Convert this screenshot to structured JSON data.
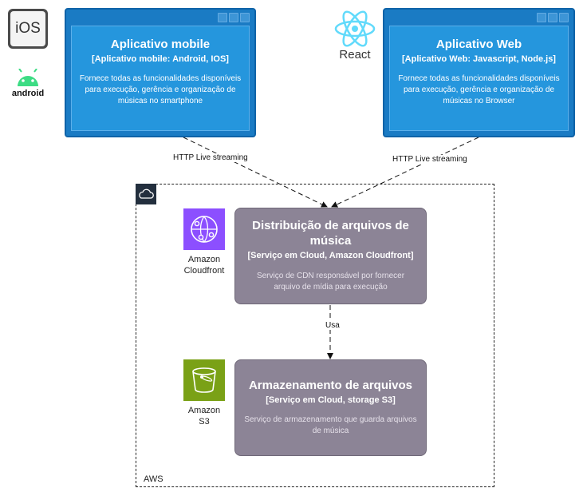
{
  "logos": {
    "ios": "iOS",
    "android": "android",
    "react": "React"
  },
  "mobile_app": {
    "title": "Aplicativo mobile",
    "subtitle": "[Aplicativo mobile: Android, IOS]",
    "description": "Fornece todas as funcionalidades disponíveis para execução, gerência e organização de músicas no smartphone"
  },
  "web_app": {
    "title": "Aplicativo Web",
    "subtitle": "[Aplicativo Web: Javascript, Node.js]",
    "description": "Fornece todas as funcionalidades disponíveis para execução, gerência e organização de músicas no Browser"
  },
  "edges": {
    "mobile_to_cdn": "HTTP Live streaming",
    "web_to_cdn": "HTTP Live streaming",
    "cdn_to_storage": "Usa"
  },
  "aws": {
    "label": "AWS",
    "cloudfront_label_1": "Amazon",
    "cloudfront_label_2": "Cloudfront",
    "s3_label_1": "Amazon",
    "s3_label_2": "S3"
  },
  "cdn_service": {
    "title": "Distribuição de arquivos de música",
    "subtitle": "[Serviço em Cloud, Amazon Cloudfront]",
    "description": "Serviço de CDN responsável por fornecer arquivo de mídia para execução"
  },
  "storage_service": {
    "title": "Armazenamento de arquivos",
    "subtitle": "[Serviço em Cloud, storage S3]",
    "description": "Serviço de armazenamento que guarda arquivos de música"
  },
  "colors": {
    "app_blue": "#2596dd",
    "service_gray": "#8c8496",
    "cloudfront_purple": "#8c4fff",
    "s3_green": "#7aa116",
    "android_green": "#3ddc84",
    "react_cyan": "#61dafb"
  }
}
